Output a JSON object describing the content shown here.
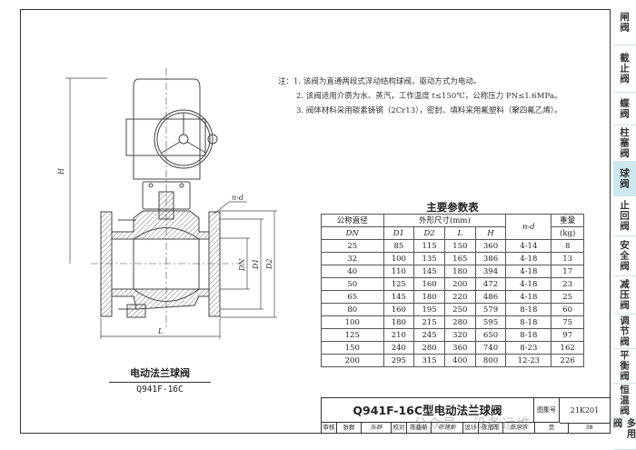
{
  "notes": {
    "prefix": "注：",
    "items": [
      "1. 该阀为直通两段式浮动结构球阀，驱动方式为电动。",
      "2. 该阀适用介质为水、蒸汽，工作温度 t≤150℃，公称压力 PN≤1.6MPa。",
      "3. 阀体材料采用碳素铸钢（2Cr13），密封、填料采用氟塑料（聚四氟乙烯）。"
    ]
  },
  "drawing": {
    "labels": {
      "H": "H",
      "L": "L",
      "DN": "DN",
      "D1": "D1",
      "D2": "D2",
      "nd": "n-d"
    },
    "caption": "电动法兰球阀",
    "model": "Q941F-16C"
  },
  "table": {
    "title": "主要参数表",
    "headers": {
      "nominal": "公称直径",
      "dn": "DN",
      "dims": "外形尺寸(mm)",
      "d1": "D1",
      "d2": "D2",
      "l": "L",
      "h": "H",
      "nd": "n-d",
      "weight": "重量",
      "weight_unit": "(kg)"
    },
    "rows": [
      [
        "25",
        "85",
        "115",
        "150",
        "360",
        "4-14",
        "8"
      ],
      [
        "32",
        "100",
        "135",
        "165",
        "386",
        "4-18",
        "13"
      ],
      [
        "40",
        "110",
        "145",
        "180",
        "394",
        "4-18",
        "17"
      ],
      [
        "50",
        "125",
        "160",
        "200",
        "472",
        "4-18",
        "23"
      ],
      [
        "65",
        "145",
        "180",
        "220",
        "486",
        "4-18",
        "25"
      ],
      [
        "80",
        "160",
        "195",
        "250",
        "579",
        "8-18",
        "60"
      ],
      [
        "100",
        "180",
        "215",
        "280",
        "595",
        "8-18",
        "75"
      ],
      [
        "125",
        "210",
        "245",
        "320",
        "650",
        "8-18",
        "97"
      ],
      [
        "150",
        "240",
        "280",
        "360",
        "740",
        "8-23",
        "162"
      ],
      [
        "200",
        "295",
        "315",
        "400",
        "800",
        "12-23",
        "226"
      ]
    ]
  },
  "title_block": {
    "title": "Q941F-16C型电动法兰球阀",
    "atlas_label": "图集号",
    "atlas_no": "21K201",
    "review_label": "审核",
    "reviewer": "张群",
    "reviewer_sig": "张群",
    "check_label": "校对",
    "checker": "陈建新",
    "checker_sig": "陈建新",
    "design_label": "设计",
    "designer": "陈旭东",
    "designer_sig": "陈旭东",
    "page_label": "页",
    "page_no": "38"
  },
  "watermark": "公众号 · 设备运维",
  "side_tabs": [
    {
      "label": "闸阀",
      "active": false
    },
    {
      "label": "截止阀",
      "active": false
    },
    {
      "label": "蝶阀",
      "active": false
    },
    {
      "label": "柱塞阀",
      "active": false
    },
    {
      "label": "球阀",
      "active": true
    },
    {
      "label": "止回阀",
      "active": false
    },
    {
      "label": "安全阀",
      "active": false
    },
    {
      "label": "减压阀",
      "active": false
    },
    {
      "label": "调节阀",
      "active": false
    },
    {
      "label": "平衡阀",
      "active": false
    },
    {
      "label": "恒温阀",
      "active": false
    },
    {
      "label": "多用阀",
      "active": false
    }
  ]
}
